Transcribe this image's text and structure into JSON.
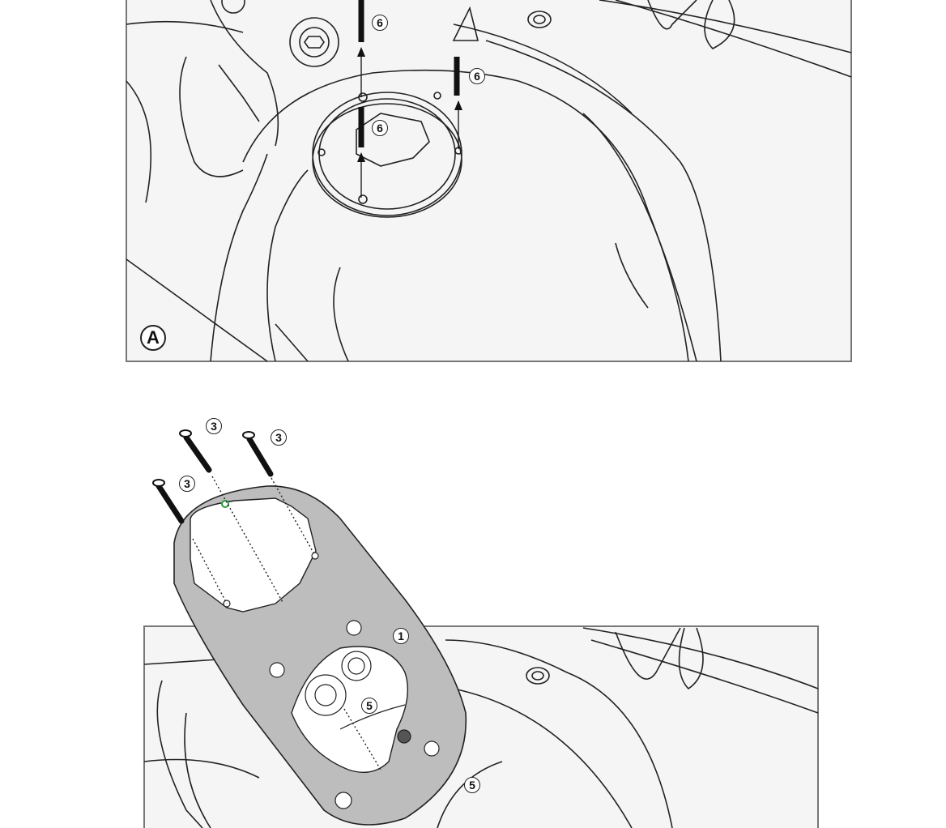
{
  "figure_a": {
    "label": "A",
    "callouts": [
      "6",
      "6",
      "6"
    ]
  },
  "figure_b": {
    "callouts_screws": [
      "3",
      "3",
      "3"
    ],
    "callout_plate": "1",
    "callouts_5": [
      "5",
      "5"
    ]
  },
  "colors": {
    "panel_bg": "#f4f5f4",
    "line": "#222222",
    "plate": "#bdbdbd",
    "frame": "#777777"
  }
}
